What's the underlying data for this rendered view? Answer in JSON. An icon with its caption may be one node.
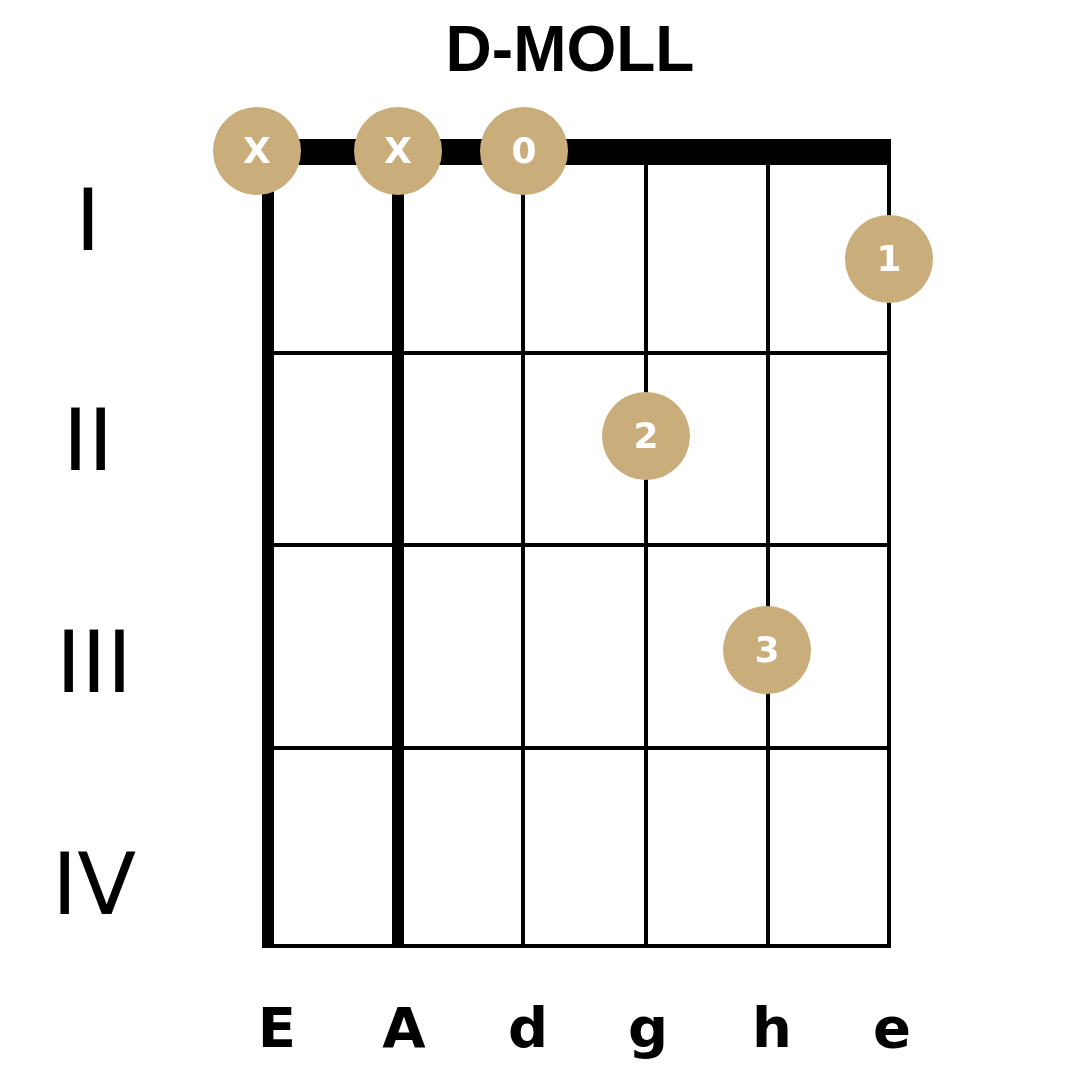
{
  "diagram": {
    "title": "D-MOLL",
    "nodes": [
      {
        "text": [
          "X"
        ]
      },
      {
        "text": [
          "X"
        ]
      },
      {
        "text": [
          "0"
        ]
      },
      {
        "text": [
          "1"
        ]
      },
      {
        "text": [
          "2"
        ]
      },
      {
        "text": [
          "3"
        ]
      }
    ],
    "labels": [
      "I",
      "II",
      "III",
      "IV",
      "E",
      "A",
      "d",
      "g",
      "h",
      "e"
    ]
  }
}
